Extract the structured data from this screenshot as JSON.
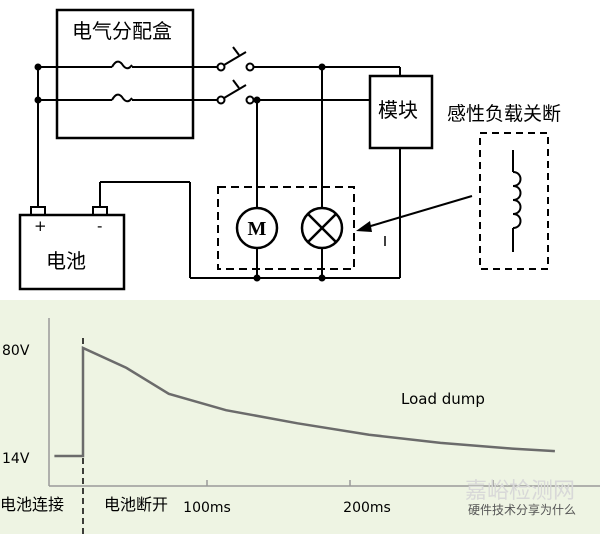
{
  "circuit": {
    "fuse_box_label": "电气分配盒",
    "module_label": "模块",
    "battery_label": "电池",
    "battery_plus": "+",
    "battery_minus": "-",
    "motor_label": "M",
    "inductive_title": "感性负载关断"
  },
  "chart_data": {
    "type": "line",
    "title": "",
    "xlabel": "",
    "ylabel": "",
    "y_ticks": [
      "80V",
      "14V"
    ],
    "x_ticks": [
      "100ms",
      "200ms"
    ],
    "x_phase_labels": [
      "电池连接",
      "电池断开"
    ],
    "annotation": "Load dump",
    "series": [
      {
        "values_ms_V": [
          [
            -20,
            14
          ],
          [
            0,
            14
          ],
          [
            0,
            80
          ],
          [
            30,
            68
          ],
          [
            60,
            52
          ],
          [
            100,
            42
          ],
          [
            150,
            34
          ],
          [
            200,
            27
          ],
          [
            250,
            22
          ],
          [
            300,
            18.5
          ],
          [
            330,
            17
          ]
        ]
      }
    ],
    "colors": {
      "curve": "#6b6b6b",
      "chart_bg": "#eef4e3",
      "divider": "#000000"
    }
  },
  "watermark": {
    "site": "嘉峪检测网",
    "channel": "硬件技术分享为什么"
  }
}
